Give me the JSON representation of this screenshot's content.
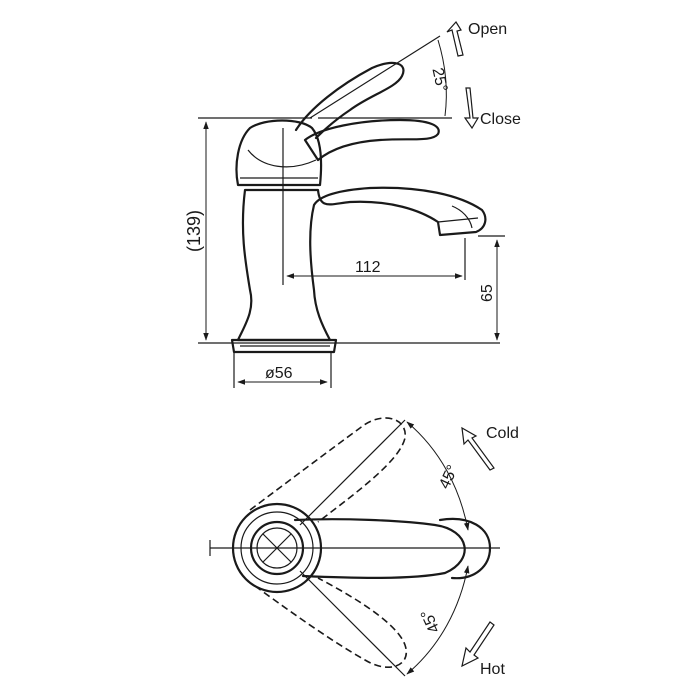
{
  "side_view": {
    "open_label": "Open",
    "close_label": "Close",
    "lever_angle": "25°",
    "height": "(139)",
    "spout_reach": "112",
    "spout_height": "65",
    "base_diameter": "ø56"
  },
  "top_view": {
    "cold_label": "Cold",
    "hot_label": "Hot",
    "cold_angle": "45°",
    "hot_angle": "45°"
  },
  "colors": {
    "line": "#1a1a1a",
    "background": "#ffffff"
  }
}
